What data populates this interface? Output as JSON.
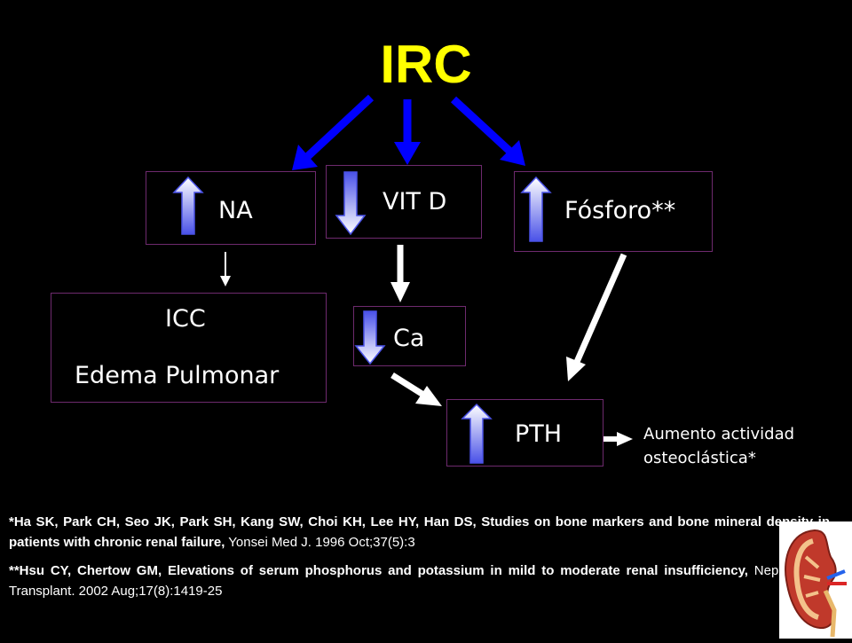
{
  "title": "IRC",
  "nodes": {
    "na": "NA",
    "vitd": "VIT D",
    "fosforo": "Fósforo**",
    "icc_line1": "ICC",
    "icc_line2": "Edema Pulmonar",
    "ca": "Ca",
    "pth": "PTH"
  },
  "effect": {
    "line1": "Aumento actividad",
    "line2": "osteoclástica*"
  },
  "references": [
    {
      "bold": "*Ha SK, Park CH, Seo JK, Park SH, Kang SW, Choi KH, Lee HY, Han DS, Studies on bone markers and bone mineral density in patients with chronic renal failure,",
      "normal": " Yonsei Med J. 1996 Oct;37(5):3"
    },
    {
      "bold": "**Hsu CY, Chertow GM, Elevations of serum phosphorus and potassium in mild to moderate renal insufficiency,",
      "normal": " Nephrol Dial Transplant. 2002 Aug;17(8):1419-25"
    }
  ],
  "colors": {
    "title": "#ffff00",
    "main_arrows": "#0000ff",
    "box_border": "#6e2a6e"
  },
  "icons": [
    "arrow-up-icon",
    "arrow-down-icon",
    "kidney-icon"
  ]
}
